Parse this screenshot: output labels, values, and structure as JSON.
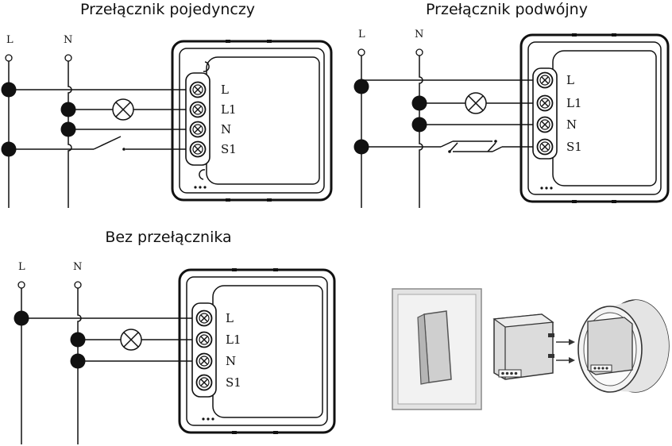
{
  "diagram1": {
    "title": "Przełącznik pojedynczy",
    "wire_labels": {
      "live": "L",
      "neutral": "N"
    },
    "terminals": [
      "L",
      "L1",
      "N",
      "S1"
    ]
  },
  "diagram2": {
    "title": "Przełącznik podwójny",
    "wire_labels": {
      "live": "L",
      "neutral": "N"
    },
    "terminals": [
      "L",
      "L1",
      "N",
      "S1"
    ]
  },
  "diagram3": {
    "title": "Bez przełącznika",
    "wire_labels": {
      "live": "L",
      "neutral": "N"
    },
    "terminals": [
      "L",
      "L1",
      "N",
      "S1"
    ]
  },
  "colors": {
    "line": "#111111",
    "device": "#e6e6e6",
    "switch_plate": "#d9d9d9"
  }
}
